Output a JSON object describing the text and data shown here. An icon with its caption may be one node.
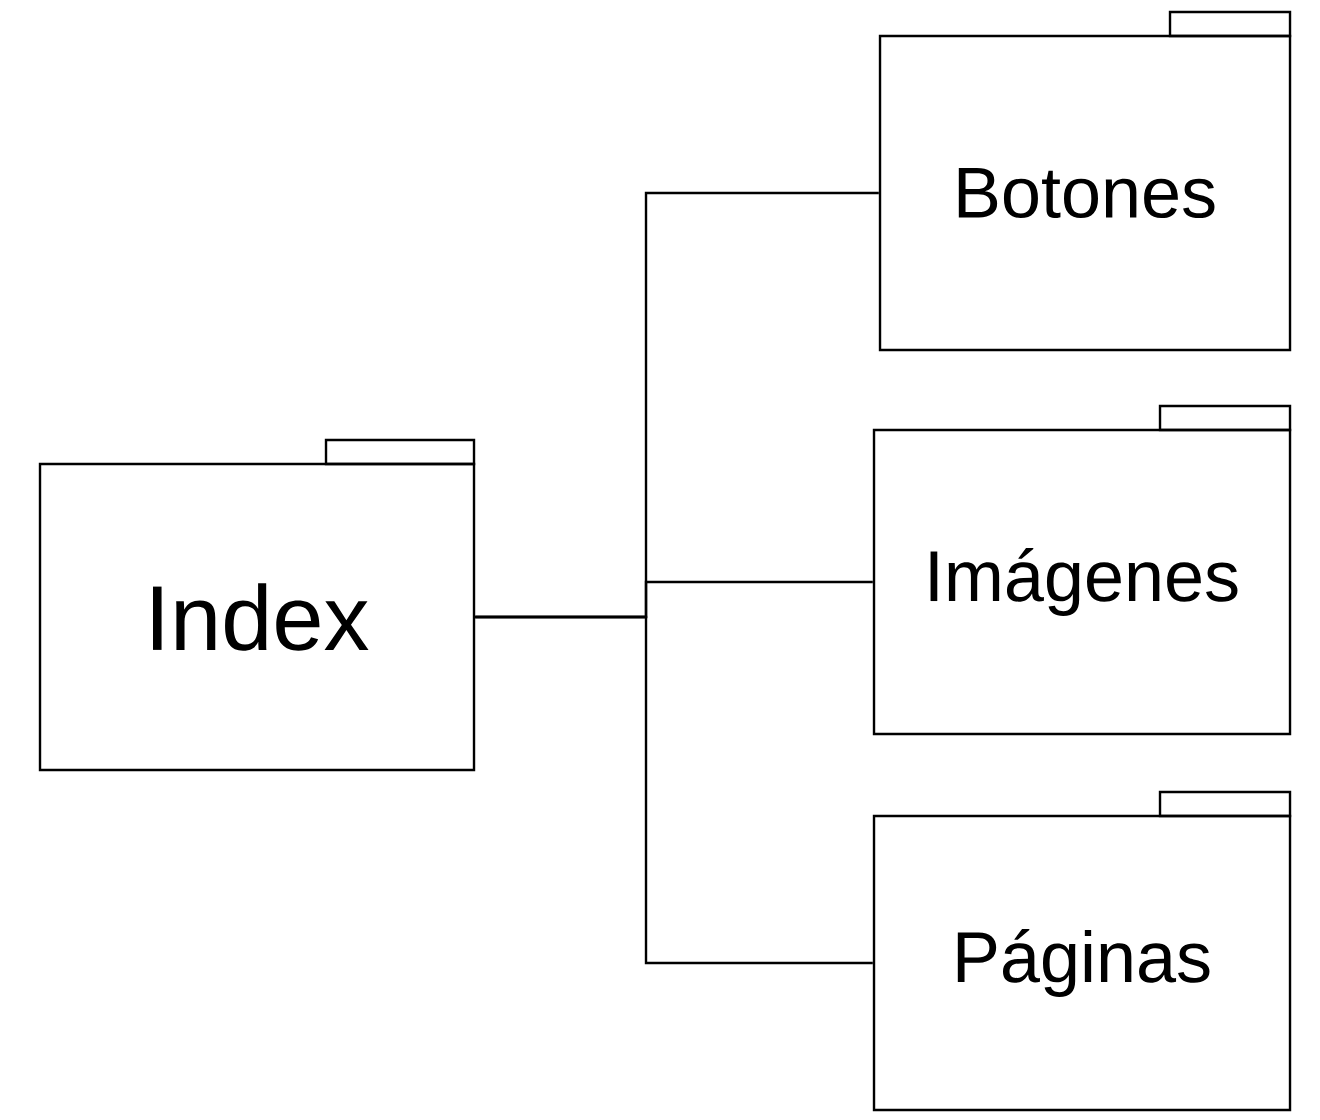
{
  "diagram": {
    "nodes": [
      {
        "text": [
          "Index"
        ]
      },
      {
        "text": [
          "Botones"
        ]
      },
      {
        "text": [
          "Imágenes"
        ]
      },
      {
        "text": [
          "Páginas"
        ]
      }
    ],
    "edges": [
      {
        "from": 0,
        "to": 1,
        "arrow": "none"
      },
      {
        "from": 0,
        "to": 2,
        "arrow": "none"
      },
      {
        "from": 0,
        "to": 3,
        "arrow": "none"
      }
    ]
  }
}
